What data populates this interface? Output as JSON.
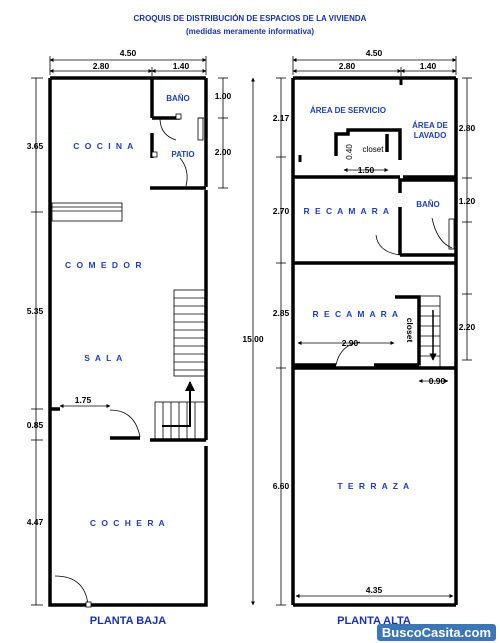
{
  "title": {
    "line1": "CROQUIS DE DISTRIBUCIÓN DE ESPACIOS DE LA VIVIENDA",
    "line2": "(medidas meramente informativa)"
  },
  "planta_baja": {
    "label": "PLANTA BAJA",
    "rooms": {
      "bano": "BAÑO",
      "cocina": "C O C I N A",
      "patio": "PATIO",
      "comedor": "C O M E D O R",
      "sala": "S A L A",
      "cochera": "C O C H E R A"
    },
    "dims": {
      "total_width": "4.50",
      "w_left": "2.80",
      "w_right": "1.40",
      "h_bano": "1.00",
      "h_patio": "2.00",
      "h_cocina": "3.65",
      "h_sala": "5.35",
      "h_085": "0.85",
      "h_cochera": "4.47",
      "w_175": "1.75"
    }
  },
  "total_length": "15.00",
  "planta_alta": {
    "label": "PLANTA ALTA",
    "rooms": {
      "servicio": "ÁREA DE SERVICIO",
      "lavado_1": "ÁREA DE",
      "lavado_2": "LAVADO",
      "closet_1": "closet",
      "closet_2": "closet",
      "recamara_1": "R E C A M A R A",
      "bano": "BAÑO",
      "recamara_2": "R E C A M A R A",
      "terraza": "T E R R A Z A"
    },
    "dims": {
      "total_width": "4.50",
      "w_left": "2.80",
      "w_right": "1.40",
      "h_217": "2.17",
      "h_280": "2.80",
      "h_040": "0.40",
      "w_150": "1.50",
      "h_270": "2.70",
      "h_120": "1.20",
      "h_285": "2.85",
      "w_290": "2.90",
      "h_220": "2.20",
      "w_090": "0.90",
      "h_660": "6.60",
      "w_435": "4.35"
    }
  },
  "watermark": "BuscoCasita.com"
}
